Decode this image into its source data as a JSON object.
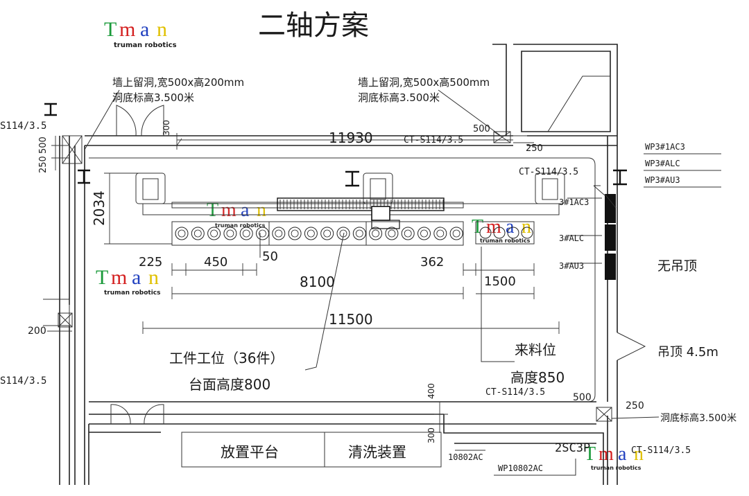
{
  "title": "二轴方案",
  "logo": {
    "letters": [
      "T",
      "m",
      "a",
      "n"
    ],
    "letter_colors": [
      "#1a9a3a",
      "#d42020",
      "#1f3fbf",
      "#e0c000"
    ],
    "tagline": "truman robotics"
  },
  "annotations": {
    "hole_left_line1": "墙上留洞,宽500x高200mm",
    "hole_left_line2": "洞底标高3.500米",
    "hole_right_line1": "墙上留洞,宽500x高500mm",
    "hole_right_line2": "洞底标高3.500米",
    "hole_bottom_right": "洞底标高3.500米"
  },
  "labels": {
    "s114_top_left": "S114/3.5",
    "s114_bottom_left": "S114/3.5",
    "ct_top": "CT-S114/3.5",
    "ct_right": "CT-S114/3.5",
    "ct_bottom": "CT-S114/3.5",
    "ct_bottom_right": "CT-S114/3.5",
    "wp_1ac3": "WP3#1AC3",
    "wp_alc": "WP3#ALC",
    "wp_au3": "WP3#AU3",
    "tag_1ac3": "3#1AC3",
    "tag_alc": "3#ALC",
    "tag_au3": "3#AU3",
    "no_ceiling": "无吊顶",
    "ceiling": "吊顶 4.5m",
    "workpiece": "工件工位（36件）",
    "table_height": "台面高度800",
    "feed": "来料位",
    "feed_height": "高度850",
    "placement": "放置平台",
    "cleaning": "清洗装置",
    "code_10802": "10802AC",
    "code_wp10802": "WP10802AC",
    "code_2sc3": "2SC3P"
  },
  "dimensions": {
    "d_11930": "11930",
    "d_500_top": "500",
    "d_300_top": "300",
    "d_250_top": "250",
    "d_500_left": "500",
    "d_250_left": "250",
    "d_2034": "2034",
    "d_225": "225",
    "d_450": "450",
    "d_50": "50",
    "d_8100": "8100",
    "d_362": "362",
    "d_1500": "1500",
    "d_11500": "11500",
    "d_200": "200",
    "d_400": "400",
    "d_500_bottom": "500",
    "d_250_bottom": "250",
    "d_300_bottom": "300"
  },
  "layout_counts": {
    "workpiece_stations": 36
  }
}
